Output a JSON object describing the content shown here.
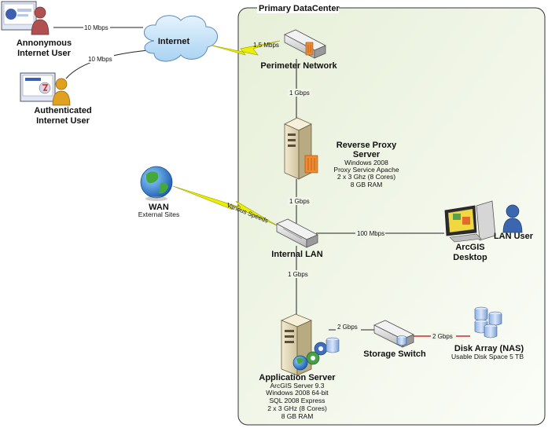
{
  "datacenter": {
    "title": "Primary DataCenter"
  },
  "nodes": {
    "anonymous_user": {
      "line1": "Annonymous",
      "line2": "Internet User"
    },
    "authenticated_user": {
      "line1": "Authenticated",
      "line2": "Internet User"
    },
    "internet": {
      "label": "Internet"
    },
    "perimeter": {
      "label": "Perimeter Network"
    },
    "reverse_proxy": {
      "line1": "Reverse Proxy",
      "line2": "Server",
      "details": [
        "Windows 2008",
        "Proxy Service Apache",
        "2 x 3 Ghz (8 Cores)",
        "8 GB RAM"
      ]
    },
    "wan": {
      "label": "WAN",
      "sub": "External Sites"
    },
    "internal_lan": {
      "label": "Internal LAN"
    },
    "arcgis_desktop": {
      "line1": "ArcGIS",
      "line2": "Desktop"
    },
    "lan_user": {
      "label": "LAN User"
    },
    "app_server": {
      "label": "Application Server",
      "details": [
        "ArcGIS Server 9.3",
        "Windows 2008 64-bit",
        "SQL 2008 Express",
        "2 x 3 GHz (8 Cores)",
        "8 GB RAM"
      ]
    },
    "storage_switch": {
      "label": "Storage Switch"
    },
    "disk_array": {
      "label": "Disk Array (NAS)",
      "sub": "Usable Disk Space   5 TB"
    }
  },
  "links": {
    "anon_internet": "10 Mbps",
    "auth_internet": "10 Mbps",
    "internet_perimeter": "1.5 Mbps",
    "perimeter_proxy": "1 Gbps",
    "proxy_lan": "1 Gbps",
    "wan_lan": "Various Speeds",
    "lan_desktop": "100 Mbps",
    "lan_app": "1 Gbps",
    "app_storage": "2 Gbps",
    "storage_disk": "2 Gbps"
  },
  "colors": {
    "region_fill": "#f2f6ea",
    "lightning": "#e8f000",
    "storage_link": "#cc0000",
    "cloud": "#c9e3f7",
    "user_red": "#b05050",
    "user_yellow": "#e0a020",
    "user_blue": "#3a67b0"
  }
}
